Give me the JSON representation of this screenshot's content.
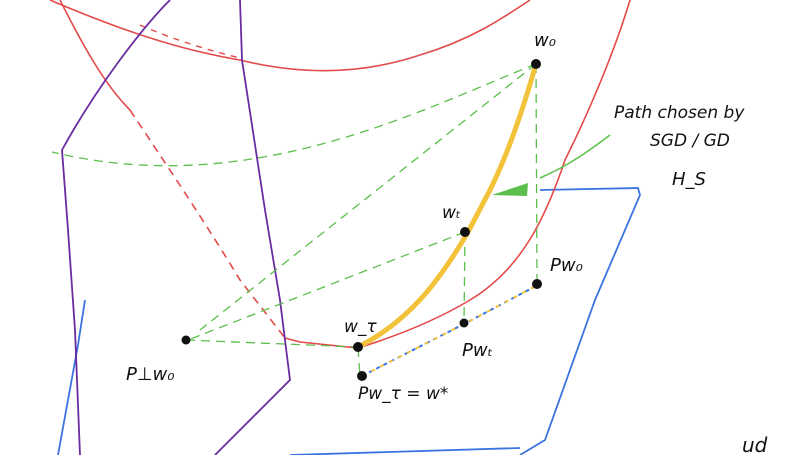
{
  "colors": {
    "red": "#e34a4a",
    "purple": "#6a2ca0",
    "blue": "#3b74e0",
    "green": "#5bbf4b",
    "yellow": "#f2c23a",
    "ink": "#111111"
  },
  "labels": {
    "w0": "w₀",
    "wt": "wₜ",
    "wtau": "w_τ",
    "pw0": "Pw₀",
    "pwt": "Pwₜ",
    "pwtau": "Pw_τ = w*",
    "pperp": "P⊥w₀",
    "annotation_line1": "Path chosen by",
    "annotation_line2": "SGD / GD",
    "hs": "H_S",
    "corner": "ud"
  }
}
